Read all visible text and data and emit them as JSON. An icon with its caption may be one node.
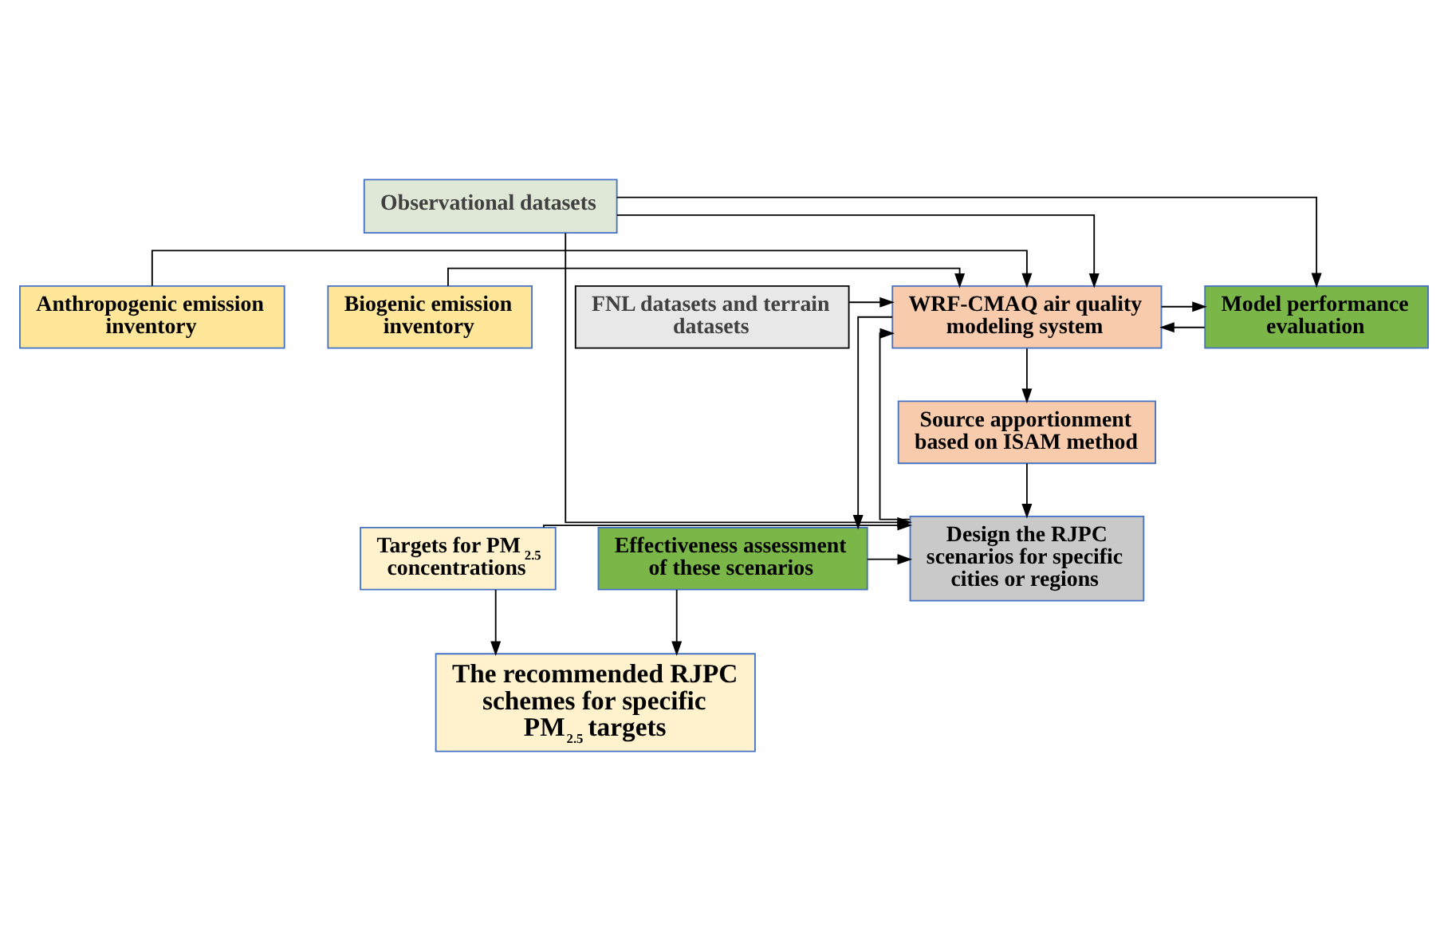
{
  "diagram": {
    "nodes": [
      {
        "text": [
          "Observational datasets"
        ]
      },
      {
        "text": [
          "Anthropogenic emission inventory"
        ]
      },
      {
        "text": [
          "Biogenic emission inventory"
        ]
      },
      {
        "text": [
          "WRF-CMAQ air quality modeling system"
        ]
      },
      {
        "text": [
          "FNL datasets and terrain datasets"
        ]
      },
      {
        "text": [
          "Model performance evaluation"
        ]
      },
      {
        "text": [
          "Source apportionment based on ISAM method"
        ]
      },
      {
        "text": [
          "Design the RJPC scenarios for specific cities or regions"
        ]
      },
      {
        "text": [
          "Effectiveness assessment of these scenarios"
        ]
      },
      {
        "text": [
          "Targets for PM$_{2.5}$ concentrations"
        ]
      },
      {
        "text": [
          "The recommended RJPC schemes for specific PM$_{2.5}$ targets"
        ]
      }
    ],
    "edges": [
      {
        "from": 0,
        "to": 3,
        "arrow": "to"
      },
      {
        "from": 0,
        "to": 7,
        "arrow": "to"
      },
      {
        "from": 0,
        "to": 5,
        "arrow": "to"
      },
      {
        "from": 1,
        "to": 3,
        "arrow": "to"
      },
      {
        "from": 2,
        "to": 3,
        "arrow": "to"
      },
      {
        "from": 4,
        "to": 3,
        "arrow": "to"
      },
      {
        "from": 3,
        "to": 5,
        "arrow": "to"
      },
      {
        "from": 5,
        "to": 3,
        "arrow": "to"
      },
      {
        "from": 3,
        "to": 6,
        "arrow": "to"
      },
      {
        "from": 3,
        "to": 8,
        "arrow": "to"
      },
      {
        "from": 6,
        "to": 7,
        "arrow": "to"
      },
      {
        "from": 7,
        "to": 3,
        "arrow": "to"
      },
      {
        "from": 8,
        "to": 7,
        "arrow": "to"
      },
      {
        "from": 9,
        "to": 7,
        "arrow": "to"
      },
      {
        "from": 9,
        "to": 10,
        "arrow": "to"
      },
      {
        "from": 8,
        "to": 10,
        "arrow": "to"
      }
    ]
  }
}
